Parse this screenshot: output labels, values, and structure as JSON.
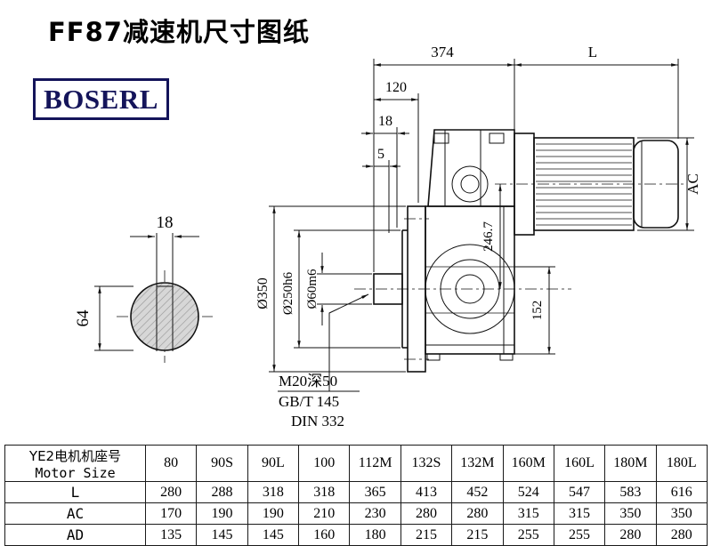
{
  "page": {
    "title": "FF87减速机尺寸图纸",
    "logo": "BOSERL"
  },
  "drawing": {
    "d374": "374",
    "dL": "L",
    "d120": "120",
    "d18": "18",
    "d5": "5",
    "d246": "246.7",
    "dAC": "AC",
    "d152": "152",
    "d350": "Ø350",
    "d250": "Ø250h6",
    "d60": "Ø60m6",
    "s18": "18",
    "s64": "64",
    "note1": "M20深50",
    "note2": "GB/T 145",
    "note3": "DIN 332"
  },
  "table": {
    "header": {
      "line1": "YE2电机机座号",
      "line2": "Motor Size"
    },
    "columns": [
      "80",
      "90S",
      "90L",
      "100",
      "112M",
      "132S",
      "132M",
      "160M",
      "160L",
      "180M",
      "180L"
    ],
    "rows": [
      {
        "label": "L",
        "values": [
          "280",
          "288",
          "318",
          "318",
          "365",
          "413",
          "452",
          "524",
          "547",
          "583",
          "616"
        ]
      },
      {
        "label": "AC",
        "values": [
          "170",
          "190",
          "190",
          "210",
          "230",
          "280",
          "280",
          "315",
          "315",
          "350",
          "350"
        ]
      },
      {
        "label": "AD",
        "values": [
          "135",
          "145",
          "145",
          "160",
          "180",
          "215",
          "215",
          "255",
          "255",
          "280",
          "280"
        ]
      }
    ]
  }
}
